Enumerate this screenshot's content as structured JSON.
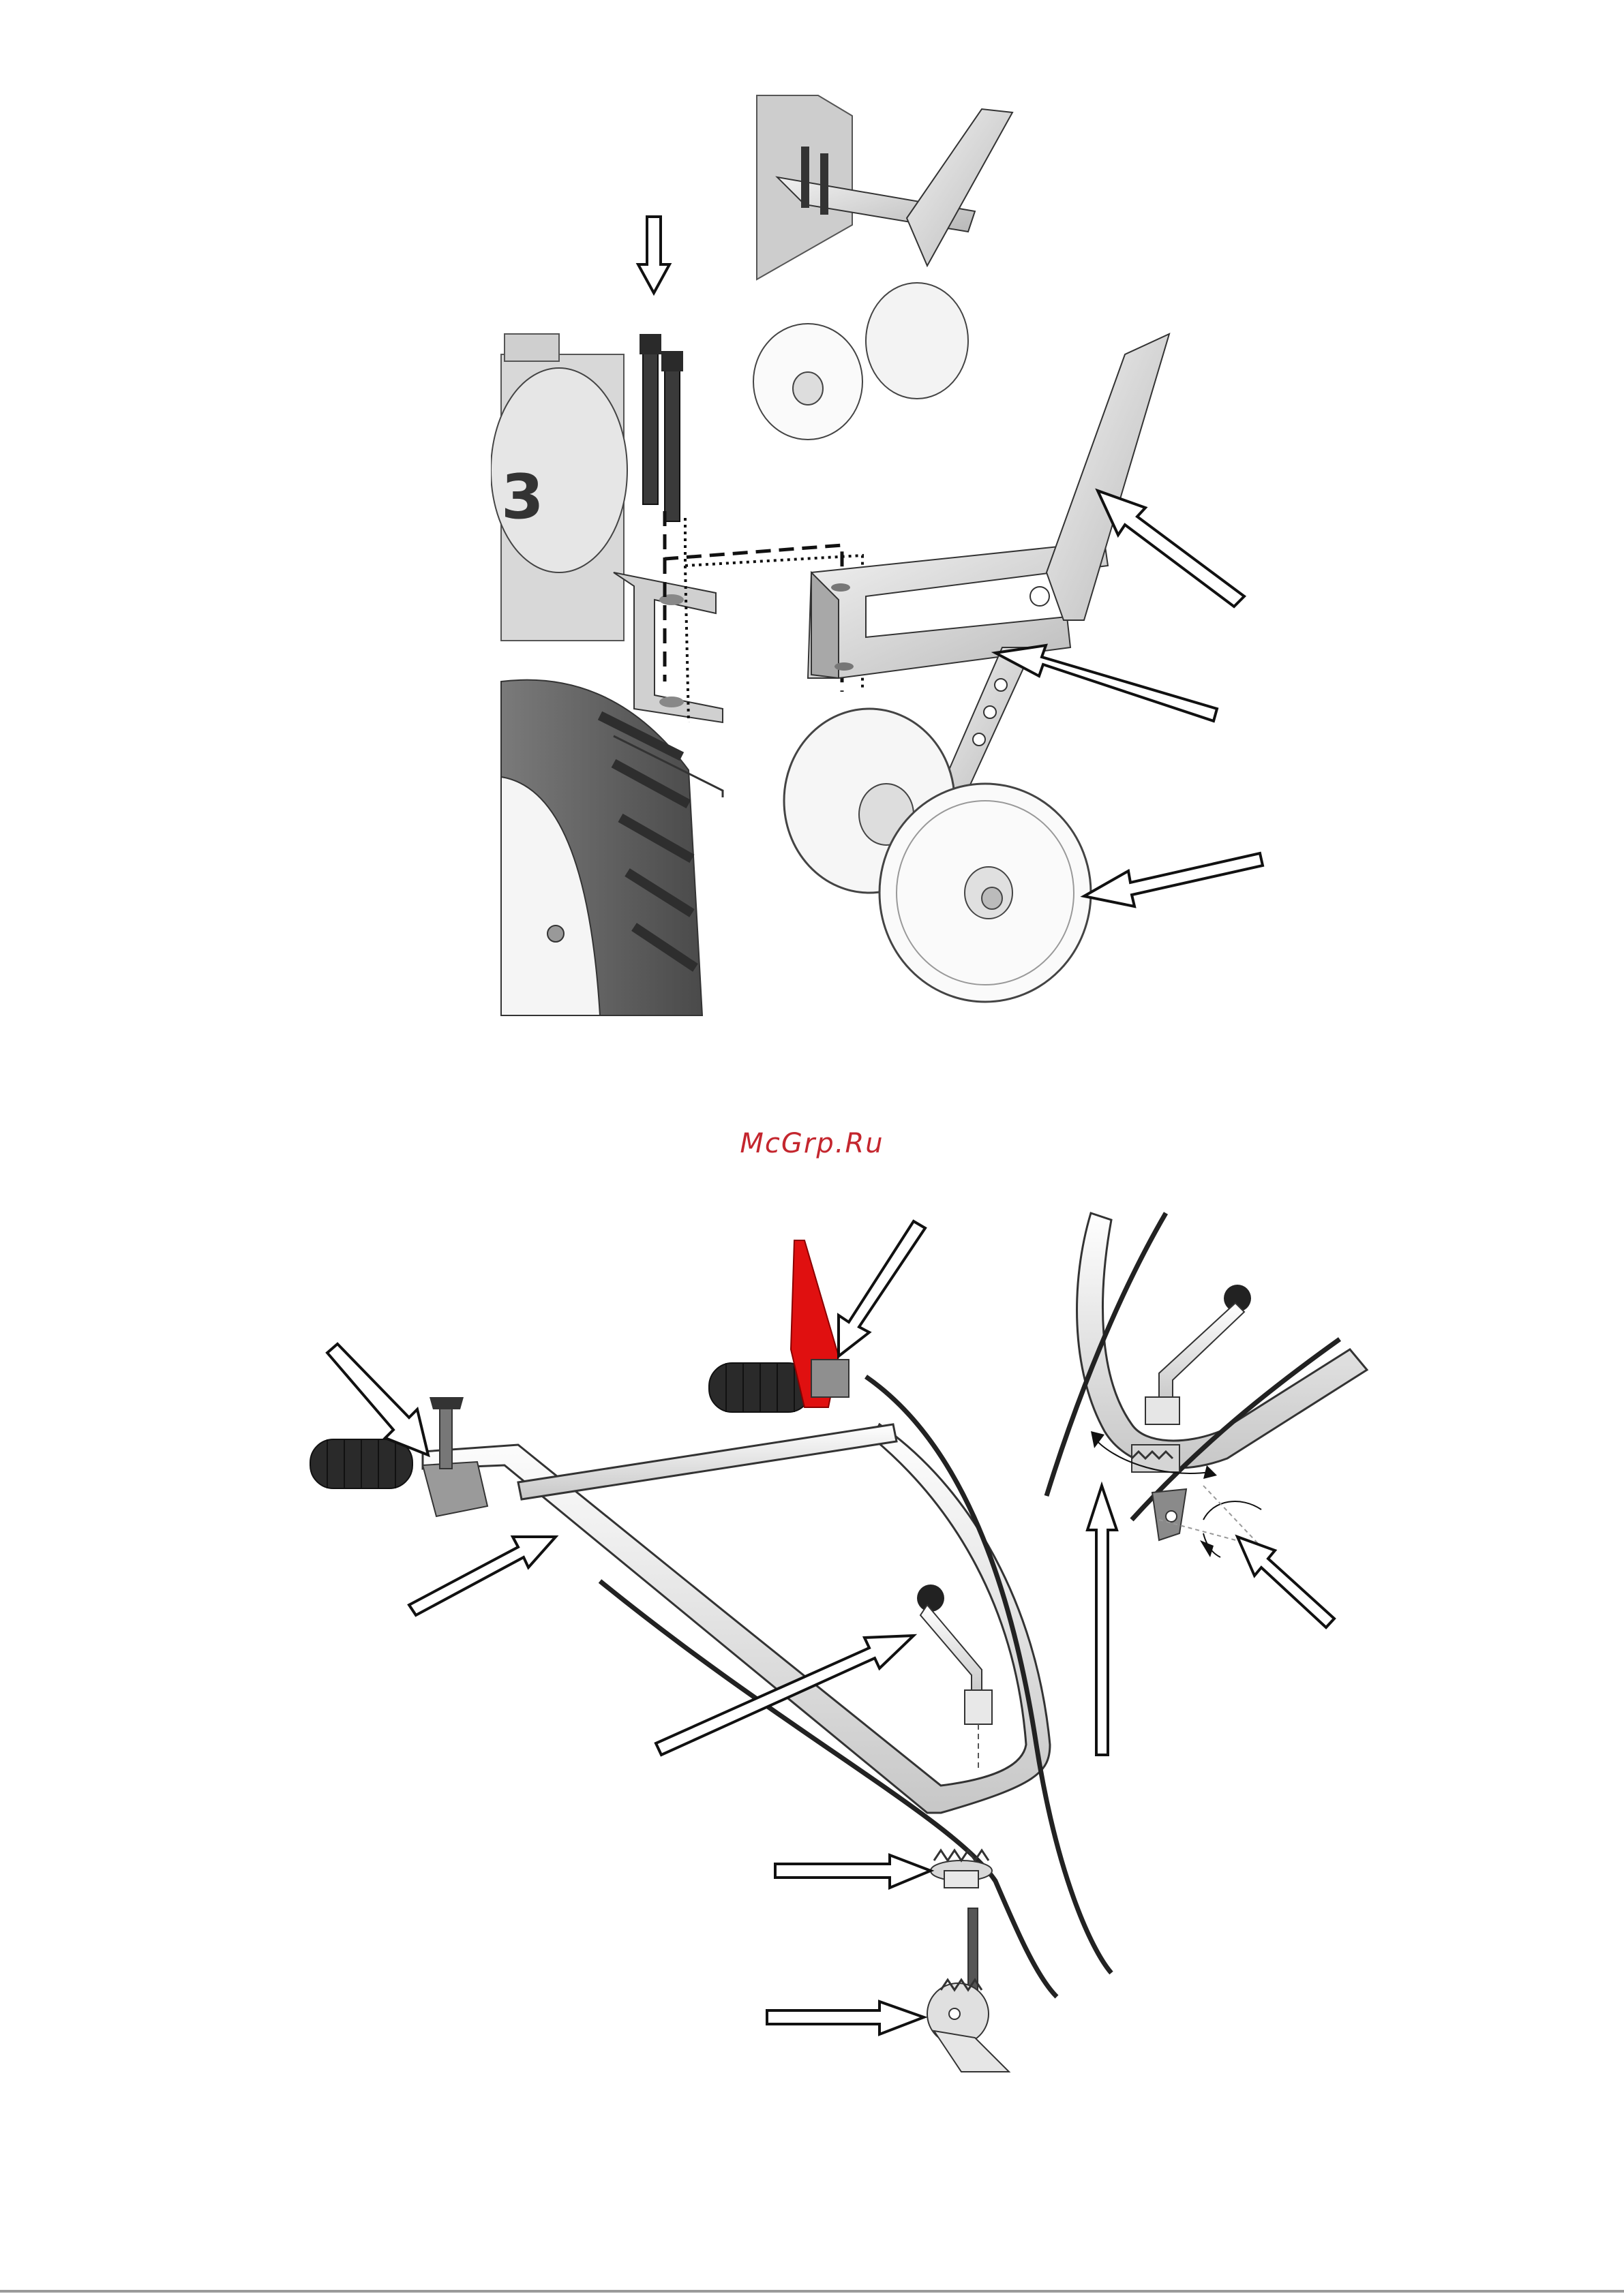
{
  "watermark": {
    "text": "McGrp.Ru"
  },
  "figures": [
    {
      "name": "furrower-hitch-assembly",
      "callout_arrows": 4
    },
    {
      "name": "handlebar-assembly",
      "callout_arrows": 8
    }
  ],
  "colors": {
    "watermark": "#c4262e",
    "throttle_lever": "#e01010",
    "grip": "#2a2a2a",
    "steel_light": "#e8e8e8",
    "steel_mid": "#bdbdbd",
    "steel_dark": "#8a8a8a",
    "outline": "#1a1a1a"
  }
}
